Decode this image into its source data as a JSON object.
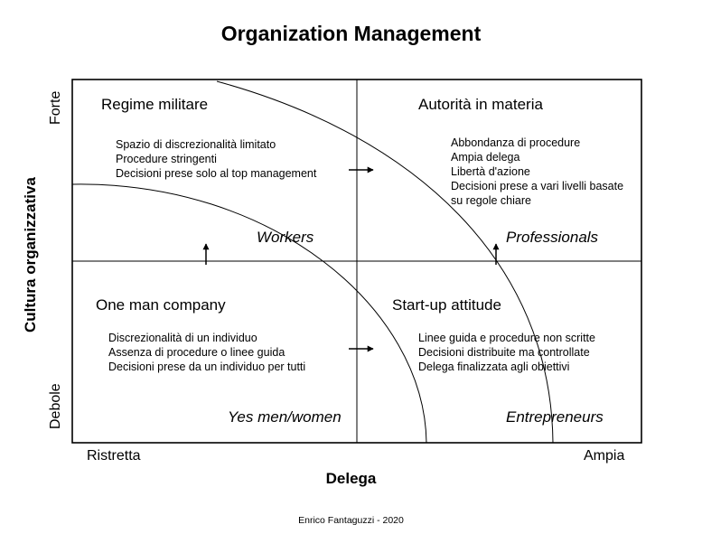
{
  "title": "Organization Management",
  "x_axis": {
    "title": "Delega",
    "low": "Ristretta",
    "high": "Ampia"
  },
  "y_axis": {
    "title": "Cultura organizzativa",
    "low": "Debole",
    "high": "Forte"
  },
  "quadrants": {
    "top_left": {
      "title": "Regime militare",
      "lines": [
        "Spazio di discrezionalità limitato",
        "Procedure stringenti",
        "Decisioni prese solo al top management"
      ],
      "persona": "Workers"
    },
    "top_right": {
      "title": "Autorità in materia",
      "lines": [
        "Abbondanza di procedure",
        "Ampia delega",
        "Libertà d'azione",
        "Decisioni prese a vari livelli basate",
        "su regole chiare"
      ],
      "persona": "Professionals"
    },
    "bottom_left": {
      "title": "One man company",
      "lines": [
        "Discrezionalità di un individuo",
        "Assenza di procedure o linee guida",
        "Decisioni prese da un individuo per tutti"
      ],
      "persona": "Yes men/women"
    },
    "bottom_right": {
      "title": "Start-up attitude",
      "lines": [
        "Linee guida e procedure non scritte",
        "Decisioni distribuite ma controllate",
        "Delega finalizzata agli obiettivi"
      ],
      "persona": "Entrepreneurs"
    }
  },
  "credit": "Enrico Fantaguzzi - 2020"
}
